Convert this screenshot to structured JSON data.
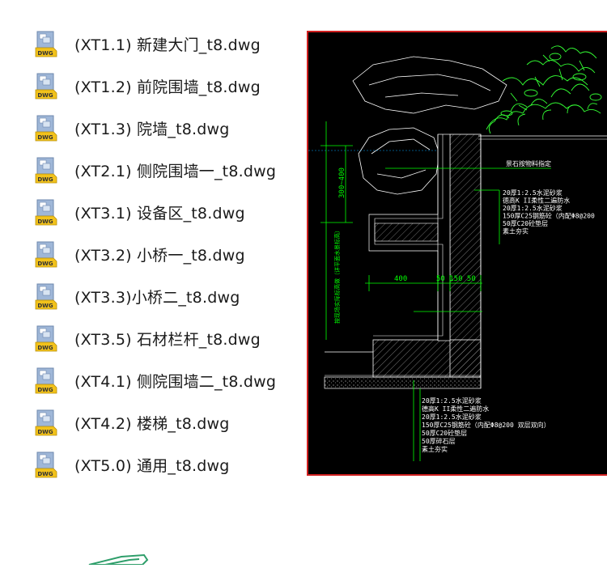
{
  "files": [
    {
      "name": "(XT1.1) 新建大门_t8.dwg",
      "icon": "dwg-file-icon"
    },
    {
      "name": "(XT1.2) 前院围墙_t8.dwg",
      "icon": "dwg-file-icon"
    },
    {
      "name": "(XT1.3) 院墙_t8.dwg",
      "icon": "dwg-file-icon"
    },
    {
      "name": "(XT2.1) 侧院围墙一_t8.dwg",
      "icon": "dwg-file-icon"
    },
    {
      "name": "(XT3.1) 设备区_t8.dwg",
      "icon": "dwg-file-icon"
    },
    {
      "name": "(XT3.2) 小桥一_t8.dwg",
      "icon": "dwg-file-icon"
    },
    {
      "name": "(XT3.3)小桥二_t8.dwg",
      "icon": "dwg-file-icon"
    },
    {
      "name": "(XT3.5) 石材栏杆_t8.dwg",
      "icon": "dwg-file-icon"
    },
    {
      "name": "(XT4.1) 侧院围墙二_t8.dwg",
      "icon": "dwg-file-icon"
    },
    {
      "name": "(XT4.2) 楼梯_t8.dwg",
      "icon": "dwg-file-icon"
    },
    {
      "name": "(XT5.0) 通用_t8.dwg",
      "icon": "dwg-file-icon"
    }
  ],
  "icon_label": "DWG",
  "cad": {
    "label_top": "景石按物料指定",
    "layers_right": [
      "20厚1:2.5水泥砂浆",
      "德高K II柔性二遍防水",
      "20厚1:2.5水泥砂浆",
      "150厚C25钢筋砼（内配Φ8@200",
      "50厚C20砼垫层",
      "素土夯实"
    ],
    "layers_bottom": [
      "20厚1:2.5水泥砂浆",
      "德高K II柔性二遍防水",
      "20厚1:2.5水泥砂浆",
      "150厚C25钢筋砼（内配Φ8@200 双层双向）",
      "50厚C20砼垫层",
      "50厚碎石层",
      "素土夯实"
    ],
    "dim_height": "300~400",
    "dim_vertical_note": "按现场实际标高做（详平面水景标高）",
    "dim_400": "400",
    "dim_small": "50 150 50"
  },
  "colors": {
    "cad_background": "#000000",
    "cad_border": "#d02020",
    "cad_line": "#ffffff",
    "dim_green": "#00ff00",
    "plant_green": "#33ff33"
  }
}
